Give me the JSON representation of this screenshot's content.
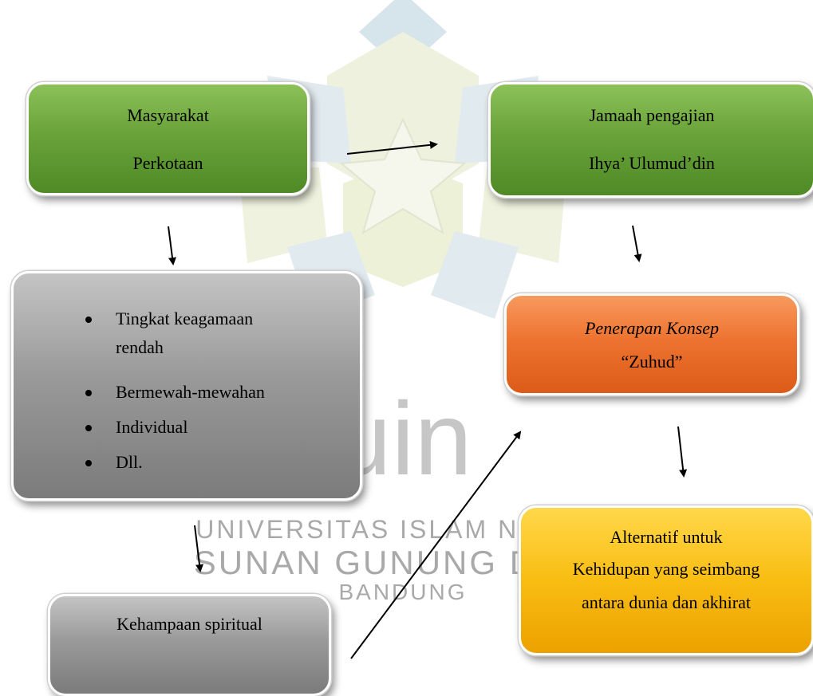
{
  "watermark": {
    "logo_text": "uin",
    "line1": "UNIVERSITAS ISLAM NEGERI",
    "line2": "SUNAN GUNUNG DJATI",
    "line3": "BANDUNG"
  },
  "nodes": {
    "masyarakat": {
      "line1": "Masyarakat",
      "line2": "Perkotaan"
    },
    "jamaah": {
      "line1": "Jamaah pengajian",
      "line2": "Ihya’  Ulumud’din"
    },
    "karakteristik": {
      "items": [
        "Tingkat keagamaan",
        "rendah",
        "Bermewah-mewahan",
        "Individual",
        "Dll."
      ]
    },
    "penerapan": {
      "line1": "Penerapan Konsep",
      "line2": "“Zuhud”"
    },
    "alternatif": {
      "line1": "Alternatif untuk",
      "line2": "Kehidupan yang seimbang",
      "line3": "antara dunia dan akhirat"
    },
    "kehampaan": {
      "label": "Kehampaan spiritual"
    }
  },
  "colors": {
    "green": "#6aa33a",
    "gray": "#9a9a9a",
    "orange": "#ee7330",
    "yellow": "#f9bd12",
    "watermark": "#a9a9a9"
  }
}
